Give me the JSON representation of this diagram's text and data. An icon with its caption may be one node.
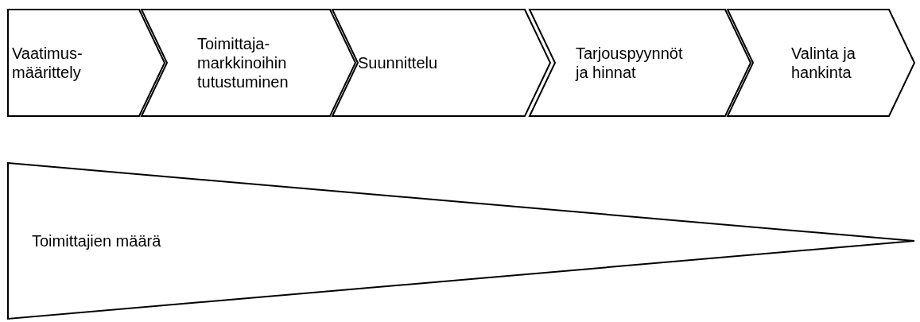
{
  "diagram": {
    "nodes": [
      {
        "text": [
          "Vaatimus- määrittely"
        ]
      },
      {
        "text": [
          "Toimittaja- markkinoihin tutustuminen"
        ]
      },
      {
        "text": [
          "Suunnittelu"
        ]
      },
      {
        "text": [
          "Tarjouspyynnöt ja hinnat"
        ]
      },
      {
        "text": [
          "Valinta ja hankinta"
        ]
      },
      {
        "text": [
          "Toimittajien määrä"
        ]
      }
    ]
  }
}
